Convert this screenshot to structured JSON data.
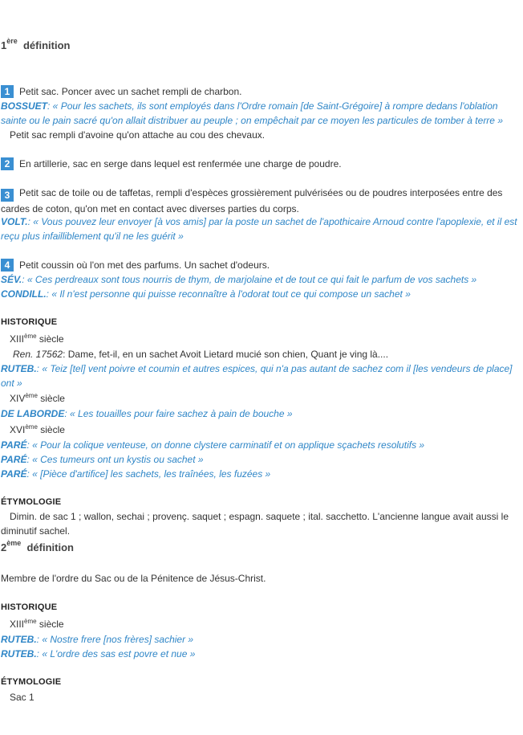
{
  "def1": {
    "title_num": "1",
    "title_sup": "ère",
    "title_word": "définition",
    "senses": [
      {
        "num": "1",
        "text": "Petit sac. Poncer avec un sachet rempli de charbon.",
        "cites": [
          {
            "author": "BOSSUET",
            "text": ": « Pour les sachets, ils sont employés dans l'Ordre romain [de Saint-Grégoire] à rompre dedans l'oblation sainte ou le pain sacré qu'on allait distribuer au peuple ; on empêchait par ce moyen les particules de tomber à terre »"
          }
        ],
        "extra": "Petit sac rempli d'avoine qu'on attache au cou des chevaux."
      },
      {
        "num": "2",
        "text": "En artillerie, sac en serge dans lequel est renfermée une charge de poudre."
      },
      {
        "num": "3",
        "text": "Petit sac de toile ou de taffetas, rempli d'espèces grossièrement pulvérisées ou de poudres interposées entre des cardes de coton, qu'on met en contact avec diverses parties du corps.",
        "cites": [
          {
            "author": "VOLT.",
            "text": ": « Vous pouvez leur envoyer [à vos amis] par la poste un sachet de l'apothicaire Arnoud contre l'apoplexie, et il est reçu plus infailliblement qu'il ne les guérit »"
          }
        ]
      },
      {
        "num": "4",
        "text": "Petit coussin où l'on met des parfums. Un sachet d'odeurs.",
        "cites": [
          {
            "author": "SÉV.",
            "text": ": « Ces perdreaux sont tous nourris de thym, de marjolaine et de tout ce qui fait le parfum de vos sachets »"
          },
          {
            "author": "CONDILL.",
            "text": ": « Il n'est personne qui puisse reconnaître à l'odorat tout ce qui compose un sachet »"
          }
        ]
      }
    ],
    "historique": {
      "label": "HISTORIQUE",
      "c13": {
        "roman": "XIII",
        "sup": "ème",
        "word": "siècle"
      },
      "ren_ref": "Ren. 17562",
      "ren_text": ": Dame, fet-il, en un sachet Avoit Lietard mucié son chien, Quant je ving là....",
      "ruteb": {
        "author": "RUTEB.",
        "text": ": « Teiz [tel] vent poivre et coumin et autres espices, qui n'a pas autant de sachez com il [les vendeurs de place] ont »"
      },
      "c14": {
        "roman": "XIV",
        "sup": "ème",
        "word": "siècle"
      },
      "laborde": {
        "author": "DE LABORDE",
        "text": ": « Les touailles pour faire sachez à pain de bouche »"
      },
      "c16": {
        "roman": "XVI",
        "sup": "ème",
        "word": "siècle"
      },
      "pare": [
        {
          "author": "PARÉ",
          "text": ": « Pour la colique venteuse, on donne clystere carminatif et on applique sçachets resolutifs »"
        },
        {
          "author": "PARÉ",
          "text": ": « Ces tumeurs ont un kystis ou sachet »"
        },
        {
          "author": "PARÉ",
          "text": ": « [Pièce d'artifice] les sachets, les traînées, les fuzées »"
        }
      ]
    },
    "etymologie": {
      "label": "ÉTYMOLOGIE",
      "text": "Dimin. de sac 1 ; wallon, sechai ; provenç. saquet ; espagn. saquete ; ital. sacchetto. L'ancienne langue avait aussi le diminutif sachel."
    }
  },
  "def2": {
    "title_num": "2",
    "title_sup": "ème",
    "title_word": "définition",
    "text": "Membre de l'ordre du Sac ou de la Pénitence de Jésus-Christ.",
    "historique": {
      "label": "HISTORIQUE",
      "c13": {
        "roman": "XIII",
        "sup": "ème",
        "word": "siècle"
      },
      "cites": [
        {
          "author": "RUTEB.",
          "text": ": « Nostre frere [nos frères] sachier »"
        },
        {
          "author": "RUTEB.",
          "text": ": « L'ordre des sas est povre et nue »"
        }
      ]
    },
    "etymologie": {
      "label": "ÉTYMOLOGIE",
      "text": "Sac 1"
    }
  }
}
